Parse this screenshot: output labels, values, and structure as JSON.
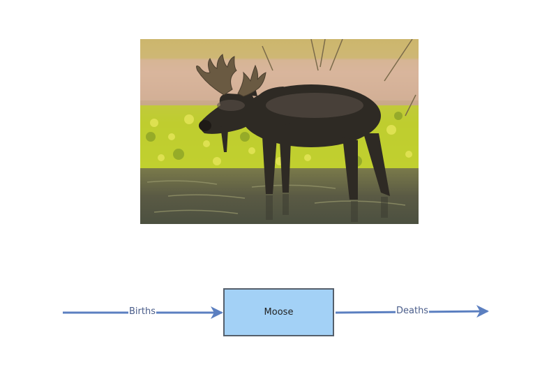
{
  "photo": {
    "subject": "moose",
    "alt": "Moose"
  },
  "stock": {
    "label": "Moose"
  },
  "inflow": {
    "label": "Births"
  },
  "outflow": {
    "label": "Deaths"
  },
  "colors": {
    "stock_fill": "#a3d1f6",
    "stock_border": "#555f6b",
    "arrow": "#5b7fc0",
    "flow_text": "#4a5d8a"
  }
}
